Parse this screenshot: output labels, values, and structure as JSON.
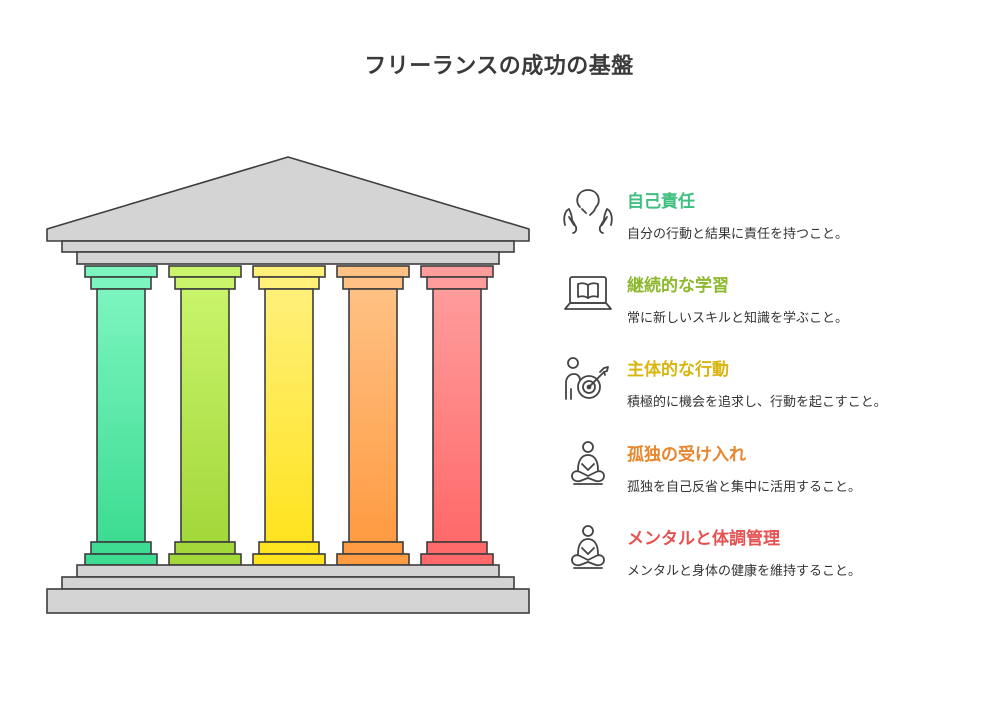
{
  "title": "フリーランスの成功の基盤",
  "colors": {
    "stroke": "#3d3d3d",
    "stone_light": "#d4d4d4",
    "stone_mid": "#c4c4c4",
    "icon_stroke": "#444444"
  },
  "pillars": [
    {
      "heading": "自己責任",
      "description": "自分の行動と結果に責任を持つこと。",
      "icon": "hands-head-icon",
      "heading_color": "#3dbf7f",
      "color_top": "#7cf5bf",
      "color_bottom": "#3ddc92",
      "cap_color": "#5fe9a9"
    },
    {
      "heading": "継続的な学習",
      "description": "常に新しいスキルと知識を学ぶこと。",
      "icon": "laptop-book-icon",
      "heading_color": "#8cb92e",
      "color_top": "#c9f46b",
      "color_bottom": "#a2d83a",
      "cap_color": "#b6e553"
    },
    {
      "heading": "主体的な行動",
      "description": "積極的に機会を追求し、行動を起こすこと。",
      "icon": "person-target-icon",
      "heading_color": "#d8b60f",
      "color_top": "#fff07a",
      "color_bottom": "#ffe31f",
      "cap_color": "#ffe84f"
    },
    {
      "heading": "孤独の受け入れ",
      "description": "孤独を自己反省と集中に活用すること。",
      "icon": "meditating-person-icon",
      "heading_color": "#e8862e",
      "color_top": "#ffc184",
      "color_bottom": "#ff9b42",
      "cap_color": "#ffaf63"
    },
    {
      "heading": "メンタルと体調管理",
      "description": "メンタルと身体の健康を維持すること。",
      "icon": "meditation-icon",
      "heading_color": "#e45252",
      "color_top": "#ff9c9c",
      "color_bottom": "#ff6969",
      "cap_color": "#ff8585"
    }
  ]
}
